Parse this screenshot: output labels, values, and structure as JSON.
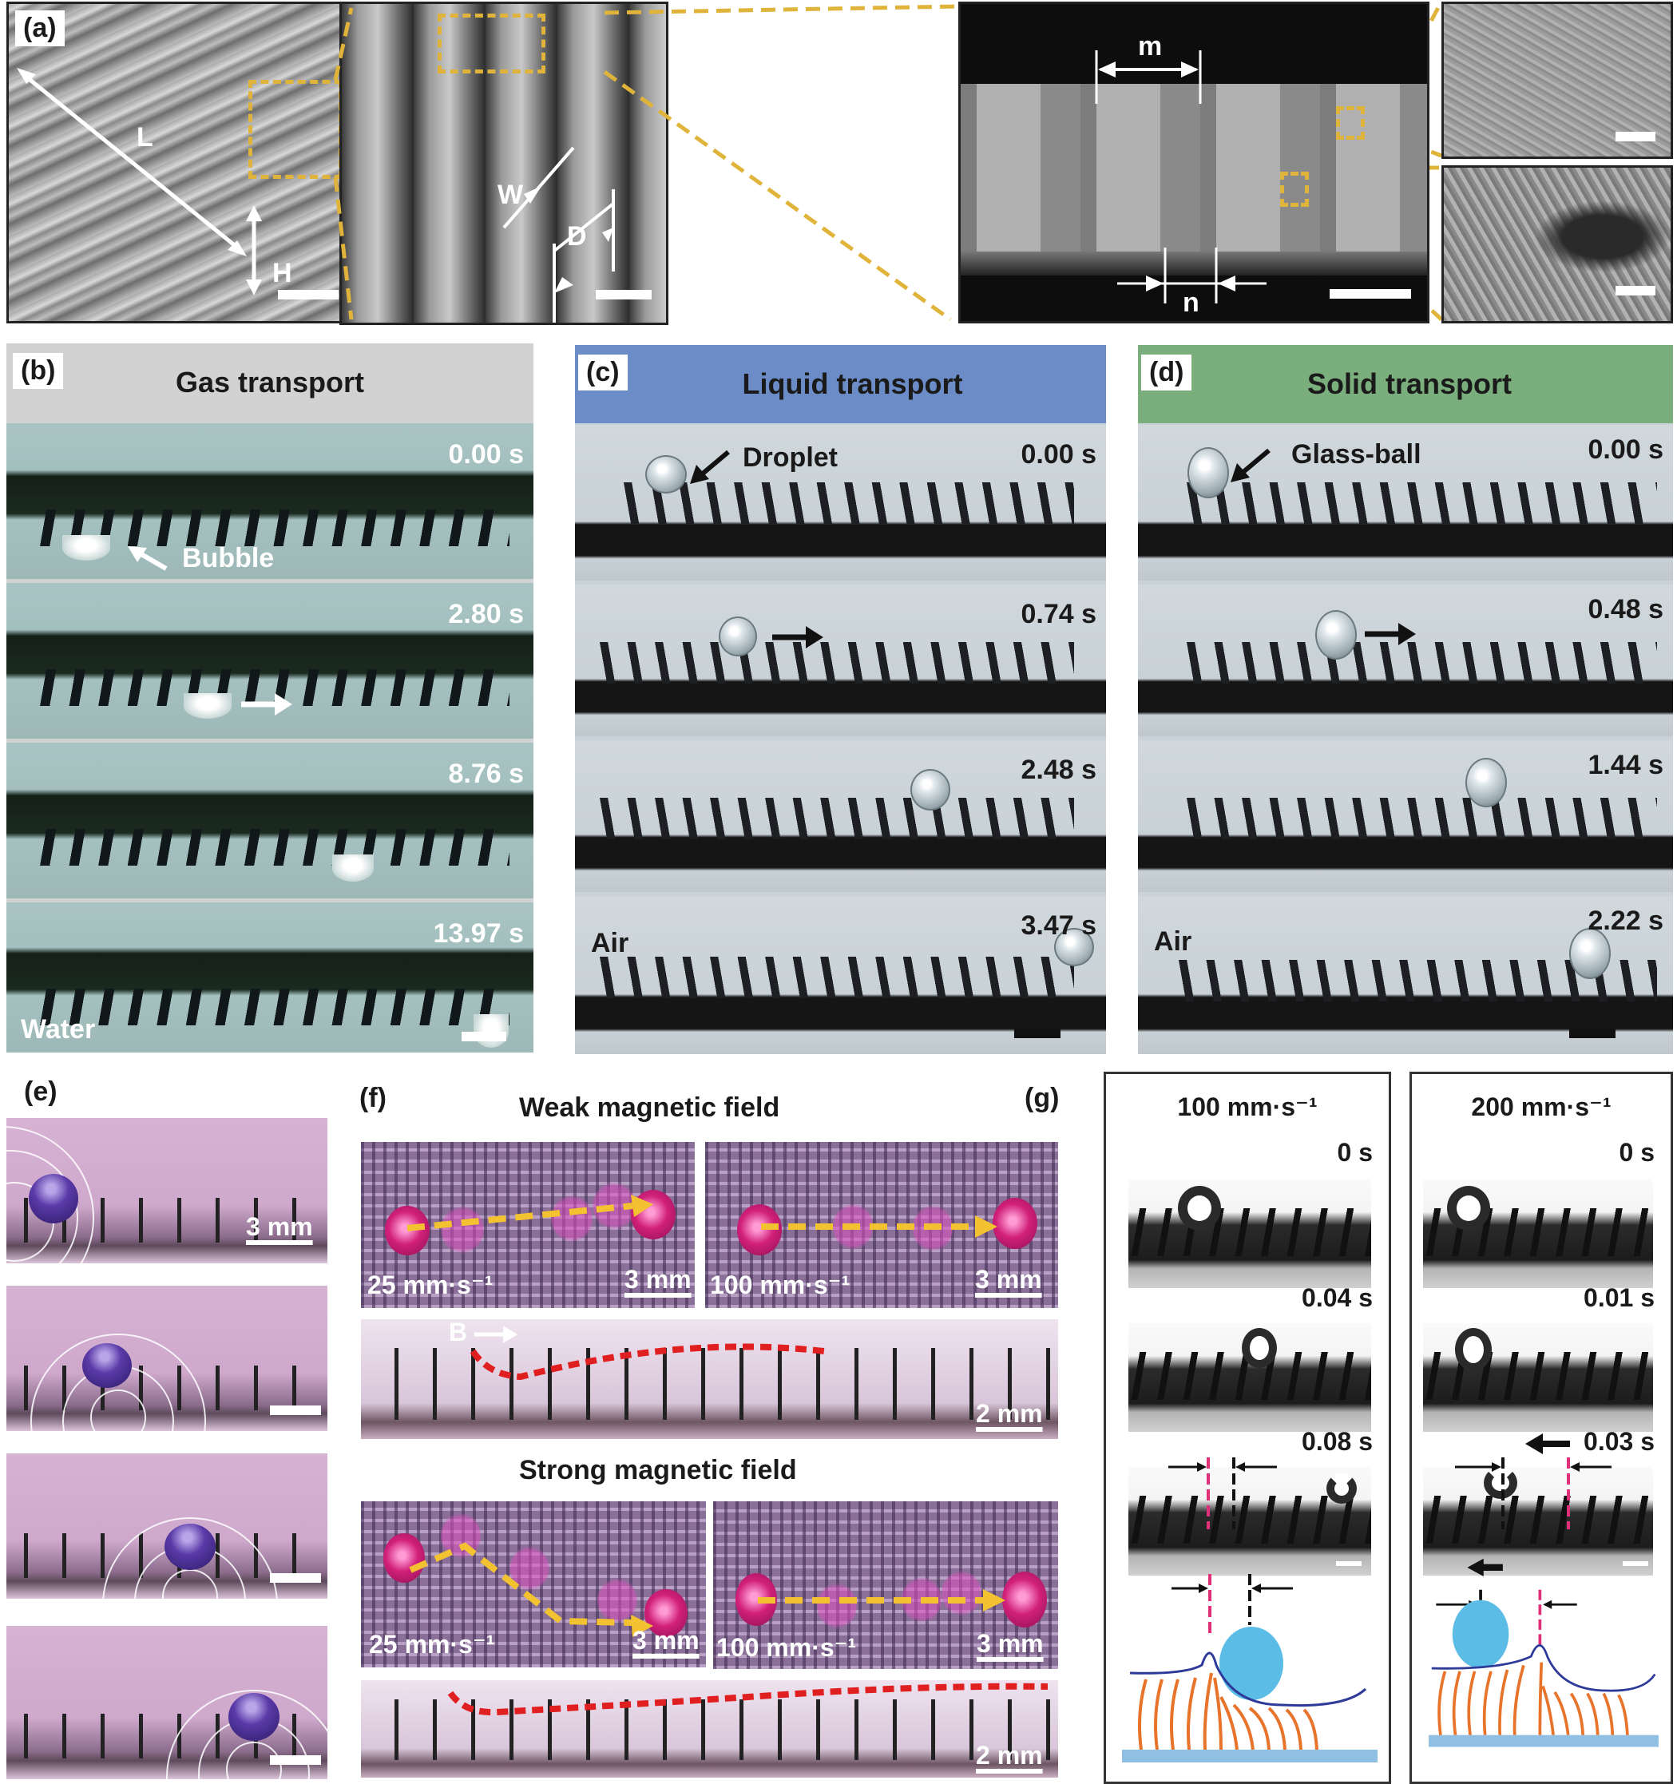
{
  "figure": {
    "panels": {
      "a": {
        "label": "(a)",
        "images": [
          {
            "id": "overview",
            "annotations": [
              "L",
              "H"
            ],
            "scale_bar": true
          },
          {
            "id": "zoom-pillars",
            "annotations": [
              "W",
              "D"
            ],
            "scale_bar": true
          },
          {
            "id": "cross-section",
            "annotations": [
              "m",
              "n"
            ],
            "scale_bar": true
          },
          {
            "id": "surface-detail-top",
            "scale_bar": true
          },
          {
            "id": "surface-detail-bottom",
            "scale_bar": true
          }
        ],
        "highlight_color": "#e0b43a"
      },
      "b": {
        "label": "(b)",
        "title": "Gas transport",
        "header_color": "#d2d2d2",
        "frames": [
          {
            "time": "0.00 s",
            "annotation": "Bubble"
          },
          {
            "time": "2.80 s"
          },
          {
            "time": "8.76 s"
          },
          {
            "time": "13.97 s",
            "medium": "Water"
          }
        ]
      },
      "c": {
        "label": "(c)",
        "title": "Liquid transport",
        "header_color": "#6b8cc7",
        "frames": [
          {
            "time": "0.00 s",
            "annotation": "Droplet"
          },
          {
            "time": "0.74 s"
          },
          {
            "time": "2.48 s"
          },
          {
            "time": "3.47 s",
            "medium": "Air"
          }
        ]
      },
      "d": {
        "label": "(d)",
        "title": "Solid transport",
        "header_color": "#7aae7c",
        "frames": [
          {
            "time": "0.00 s",
            "annotation": "Glass-ball"
          },
          {
            "time": "0.48 s"
          },
          {
            "time": "1.44 s"
          },
          {
            "time": "2.22 s",
            "medium": "Air"
          }
        ]
      },
      "e": {
        "label": "(e)",
        "frames": [
          {
            "scale": "3 mm"
          },
          {
            "scale": ""
          },
          {
            "scale": ""
          },
          {
            "scale": ""
          }
        ]
      },
      "f": {
        "label": "(f)",
        "weak": {
          "title": "Weak magnetic field",
          "left_speed": "25 mm·s⁻¹",
          "right_speed": "100 mm·s⁻¹",
          "scale_top": "3 mm",
          "field_label": "B",
          "scale_bottom": "2 mm"
        },
        "strong": {
          "title": "Strong magnetic field",
          "left_speed": "25 mm·s⁻¹",
          "right_speed": "100 mm·s⁻¹",
          "scale_top": "3 mm",
          "scale_bottom": "2 mm"
        }
      },
      "g": {
        "label": "(g)",
        "columns": [
          {
            "speed": "100 mm·s⁻¹",
            "times": [
              "0 s",
              "0.04 s",
              "0.08 s"
            ]
          },
          {
            "speed": "200 mm·s⁻¹",
            "times": [
              "0 s",
              "0.01 s",
              "0.03 s"
            ]
          }
        ],
        "colors": {
          "cilia": "#e8732a",
          "droplet": "#5bbde6",
          "substrate": "#8fbfe3",
          "envelope": "#2d3a9a",
          "marker": "#e0307a"
        }
      }
    }
  }
}
